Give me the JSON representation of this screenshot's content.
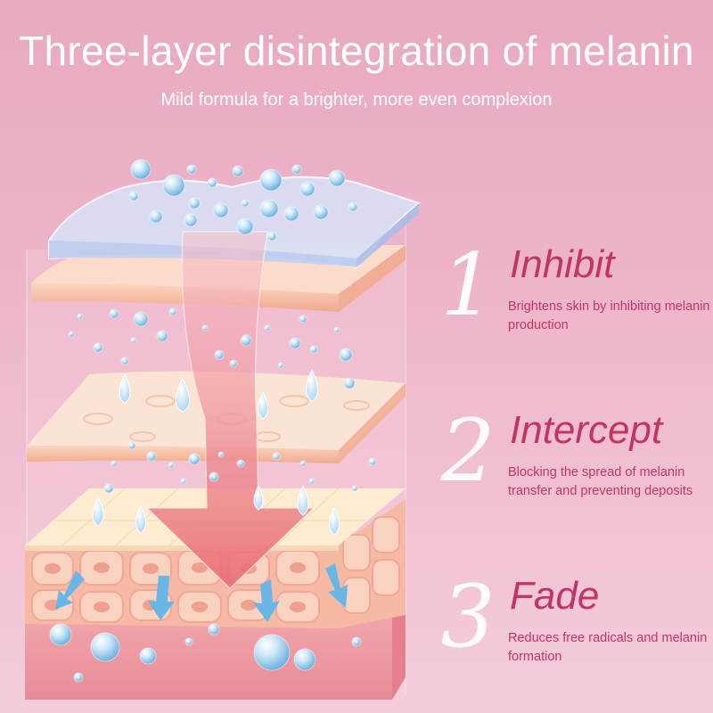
{
  "header": {
    "title": "Three-layer disintegration of melanin",
    "subtitle": "Mild formula for a brighter, more even complexion"
  },
  "steps": [
    {
      "number": "1",
      "title": "Inhibit",
      "description": "Brightens skin by inhibiting melanin production"
    },
    {
      "number": "2",
      "title": "Intercept",
      "description": "Blocking the spread of melanin transfer and preventing deposits"
    },
    {
      "number": "3",
      "title": "Fade",
      "description": "Reduces free radicals and melanin formation"
    }
  ],
  "colors": {
    "background_top": "#e8a9c0",
    "background_bottom": "#f4cddb",
    "accent_text": "#c23467",
    "skin_layer": "#f7c8ae",
    "bubble": "#9fd0ef",
    "arrow": "#ee7c7f"
  }
}
